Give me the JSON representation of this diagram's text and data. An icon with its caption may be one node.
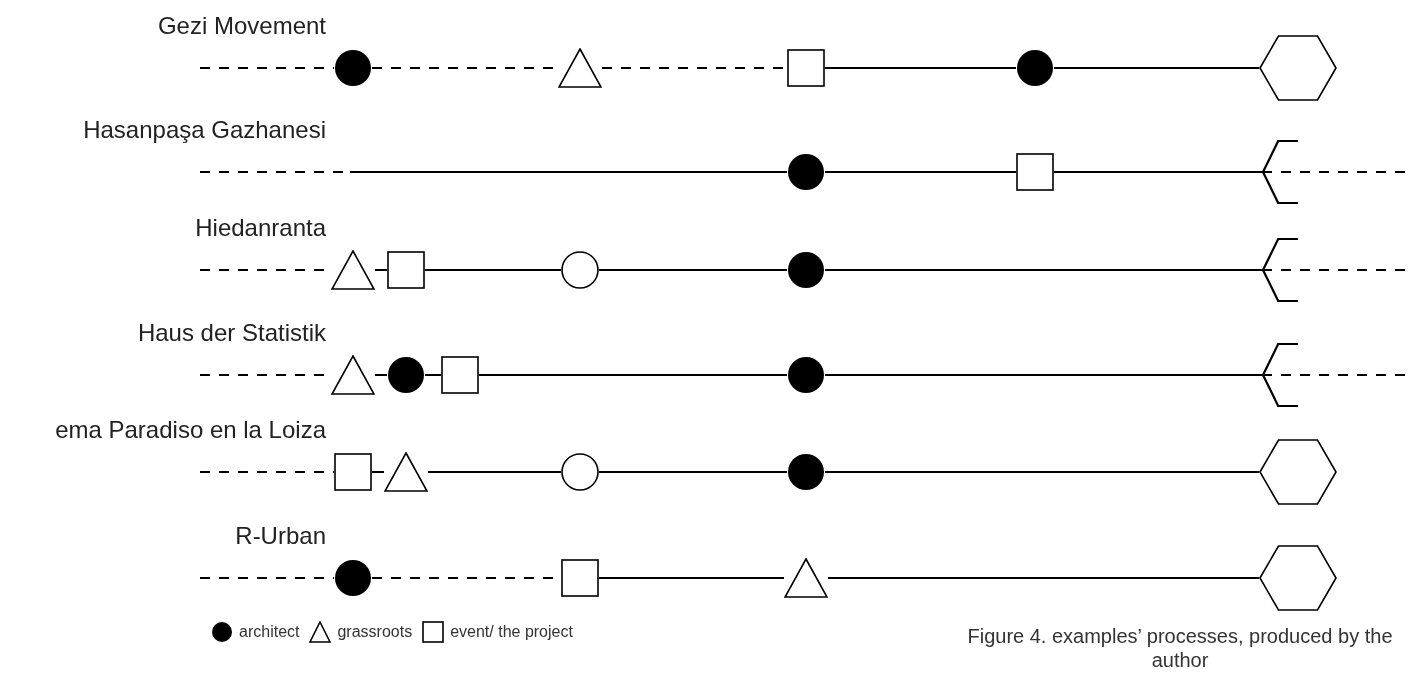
{
  "diagram": {
    "caption": "Figure 4. examples’ processes, produced by the author",
    "nodes": [
      {
        "text": [],
        "shape": "dot"
      },
      {
        "text": [],
        "shape": "triangle"
      },
      {
        "text": [],
        "shape": "box"
      },
      {
        "text": [],
        "shape": "dot"
      },
      {
        "text": [],
        "shape": "hexagon"
      },
      {
        "text": [],
        "shape": "dot"
      },
      {
        "text": [],
        "shape": "box"
      },
      {
        "text": [],
        "shape": "fork"
      },
      {
        "text": [],
        "shape": "triangle"
      },
      {
        "text": [],
        "shape": "box"
      },
      {
        "text": [],
        "shape": "circle"
      },
      {
        "text": [],
        "shape": "dot"
      },
      {
        "text": [],
        "shape": "fork"
      },
      {
        "text": [],
        "shape": "triangle"
      },
      {
        "text": [],
        "shape": "dot"
      },
      {
        "text": [],
        "shape": "box"
      },
      {
        "text": [],
        "shape": "dot"
      },
      {
        "text": [],
        "shape": "fork"
      },
      {
        "text": [],
        "shape": "box"
      },
      {
        "text": [],
        "shape": "triangle"
      },
      {
        "text": [],
        "shape": "circle"
      },
      {
        "text": [],
        "shape": "dot"
      },
      {
        "text": [],
        "shape": "hexagon"
      },
      {
        "text": [],
        "shape": "dot"
      },
      {
        "text": [],
        "shape": "box"
      },
      {
        "text": [],
        "shape": "triangle"
      },
      {
        "text": [],
        "shape": "hexagon"
      }
    ],
    "edges": [
      {
        "from": null,
        "to": 0,
        "arrow": "none",
        "style": "dashed"
      },
      {
        "from": 0,
        "to": 1,
        "arrow": "none",
        "style": "dashed"
      },
      {
        "from": 1,
        "to": 2,
        "arrow": "none",
        "style": "dashed"
      },
      {
        "from": 2,
        "to": 3,
        "arrow": "none"
      },
      {
        "from": 3,
        "to": 4,
        "arrow": "none"
      },
      {
        "from": null,
        "to": 5,
        "arrow": "none"
      },
      {
        "from": 5,
        "to": 6,
        "arrow": "none"
      },
      {
        "from": 6,
        "to": 7,
        "arrow": "none"
      },
      {
        "from": 7,
        "to": null,
        "arrow": "none",
        "style": "dashed"
      },
      {
        "from": null,
        "to": 8,
        "arrow": "none",
        "style": "dashed"
      },
      {
        "from": 8,
        "to": 9,
        "arrow": "none"
      },
      {
        "from": 9,
        "to": 10,
        "arrow": "none"
      },
      {
        "from": 10,
        "to": 11,
        "arrow": "none"
      },
      {
        "from": 11,
        "to": 12,
        "arrow": "none"
      },
      {
        "from": 12,
        "to": null,
        "arrow": "none",
        "style": "dashed"
      },
      {
        "from": null,
        "to": 13,
        "arrow": "none",
        "style": "dashed"
      },
      {
        "from": 13,
        "to": 14,
        "arrow": "none"
      },
      {
        "from": 14,
        "to": 15,
        "arrow": "none"
      },
      {
        "from": 15,
        "to": 16,
        "arrow": "none"
      },
      {
        "from": 16,
        "to": 17,
        "arrow": "none"
      },
      {
        "from": 17,
        "to": null,
        "arrow": "none",
        "style": "dashed"
      },
      {
        "from": null,
        "to": 18,
        "arrow": "none",
        "style": "dashed"
      },
      {
        "from": 18,
        "to": 19,
        "arrow": "none"
      },
      {
        "from": 19,
        "to": 20,
        "arrow": "none"
      },
      {
        "from": 20,
        "to": 21,
        "arrow": "none"
      },
      {
        "from": 21,
        "to": 22,
        "arrow": "none"
      },
      {
        "from": null,
        "to": 23,
        "arrow": "none",
        "style": "dashed"
      },
      {
        "from": 23,
        "to": 24,
        "arrow": "none",
        "style": "dashed"
      },
      {
        "from": 24,
        "to": 25,
        "arrow": "none"
      },
      {
        "from": 25,
        "to": 26,
        "arrow": "none"
      }
    ],
    "labels": [
      "Gezi Movement",
      "Hasanpaşa Gazhanesi",
      "Hiedanranta",
      "Haus der Statistik",
      "ema Paradiso en la Loiza",
      "R-Urban"
    ],
    "legend": [
      {
        "text": "architect"
      },
      {
        "text": "grassroots"
      },
      {
        "text": "event/ the project"
      }
    ]
  }
}
